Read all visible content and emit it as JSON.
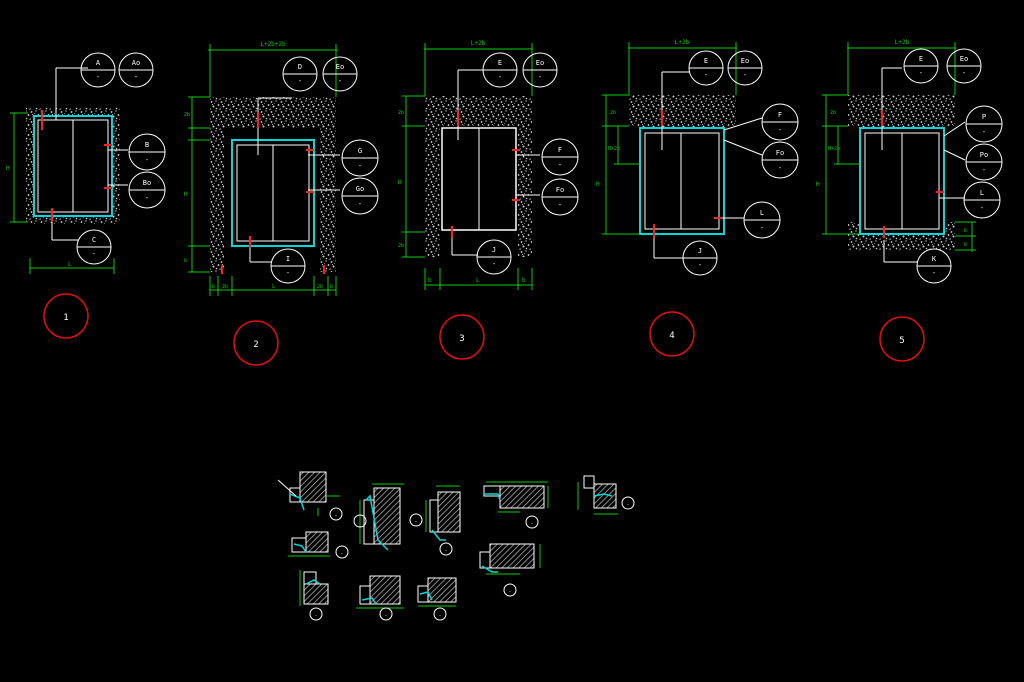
{
  "colors": {
    "background": "#000000",
    "line": "#ffffff",
    "dimension": "#00cc00",
    "frame": "#00d8d8",
    "marker": "#ff2020",
    "speckle": "#d0d0d0"
  },
  "panels": [
    {
      "number": "1",
      "bubbles": [
        {
          "top": "A",
          "bottom": "-"
        },
        {
          "top": "Ao",
          "bottom": "-"
        },
        {
          "top": "B",
          "bottom": "-"
        },
        {
          "top": "Bo",
          "bottom": "-"
        },
        {
          "top": "C",
          "bottom": "-"
        }
      ],
      "dims": {
        "width": "L",
        "height": "H"
      }
    },
    {
      "number": "2",
      "bubbles": [
        {
          "top": "D",
          "bottom": "-"
        },
        {
          "top": "Eo",
          "bottom": "-"
        },
        {
          "top": "G",
          "bottom": "-"
        },
        {
          "top": "Go",
          "bottom": "-"
        },
        {
          "top": "I",
          "bottom": "-"
        }
      ],
      "dims": {
        "top": "L+2b+2b",
        "height": "H",
        "side_a": "2b",
        "side_b": "b",
        "bottom": "L",
        "left_a": "b",
        "left_b": "2b",
        "right_a": "2b",
        "right_b": "b"
      }
    },
    {
      "number": "3",
      "bubbles": [
        {
          "top": "E",
          "bottom": "-"
        },
        {
          "top": "Eo",
          "bottom": "-"
        },
        {
          "top": "F",
          "bottom": "-"
        },
        {
          "top": "Fo",
          "bottom": "-"
        },
        {
          "top": "J",
          "bottom": "-"
        }
      ],
      "dims": {
        "top": "L+2b",
        "height": "H",
        "side_a": "2b",
        "side_b": "2b",
        "bottom": "L",
        "left": "b",
        "right": "b"
      }
    },
    {
      "number": "4",
      "bubbles": [
        {
          "top": "E",
          "bottom": "-"
        },
        {
          "top": "Eo",
          "bottom": "-"
        },
        {
          "top": "F",
          "bottom": "-"
        },
        {
          "top": "Fo",
          "bottom": "-"
        },
        {
          "top": "L",
          "bottom": "-"
        },
        {
          "top": "J",
          "bottom": "-"
        }
      ],
      "dims": {
        "top": "L+2b",
        "height": "H",
        "side_a": "2b",
        "side_b": "H+2b"
      }
    },
    {
      "number": "5",
      "bubbles": [
        {
          "top": "E",
          "bottom": "-"
        },
        {
          "top": "Eo",
          "bottom": "-"
        },
        {
          "top": "P",
          "bottom": "-"
        },
        {
          "top": "Po",
          "bottom": "-"
        },
        {
          "top": "L",
          "bottom": "-"
        },
        {
          "top": "K",
          "bottom": "-"
        }
      ],
      "dims": {
        "top": "L+2b",
        "height": "H",
        "side_a": "2b",
        "side_b": "H+2b",
        "right_a": "b",
        "right_b": "b"
      }
    }
  ],
  "details": {
    "bubbles": [
      "-",
      "-",
      "-",
      "-",
      "-",
      "-",
      "-",
      "-",
      "-",
      "-",
      "-",
      "-"
    ]
  }
}
